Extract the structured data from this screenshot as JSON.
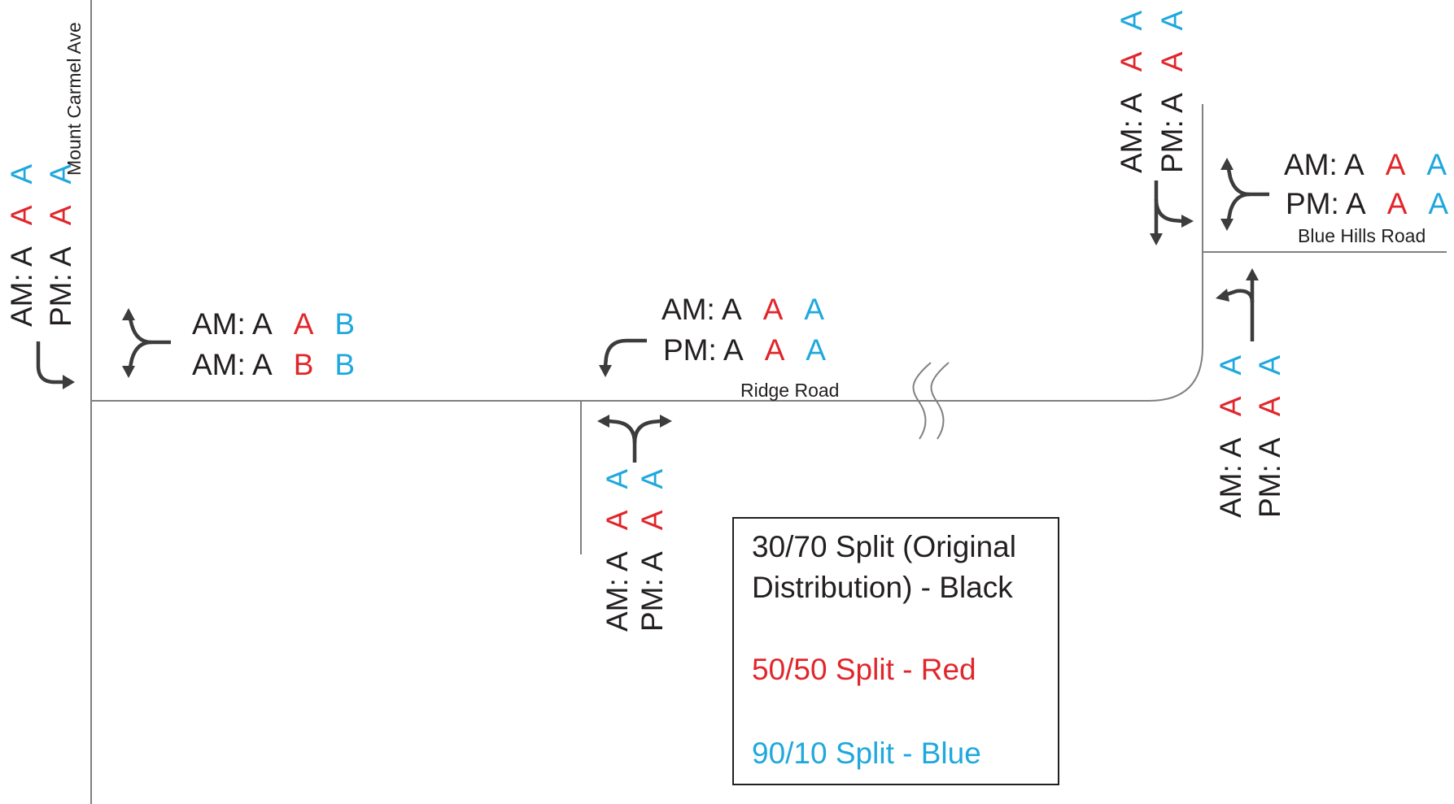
{
  "colors": {
    "black": "#231f20",
    "red": "#e1262b",
    "blue": "#1fa8dd",
    "road": "#808080",
    "arrow": "#3c3c3c"
  },
  "streets": {
    "mount_carmel": "Mount Carmel Ave",
    "ridge": "Ridge Road",
    "blue_hills": "Blue Hills Road"
  },
  "los": {
    "mc_rot_am": {
      "label": "AM: A",
      "red": "A",
      "blue": "A"
    },
    "mc_rot_pm": {
      "label": "PM: A",
      "red": "A",
      "blue": "A"
    },
    "mc_east_am1": {
      "label": "AM: A",
      "red": "A",
      "blue": "B"
    },
    "mc_east_am2": {
      "label": "AM: A",
      "red": "B",
      "blue": "B"
    },
    "ridge_wb_am": {
      "label": "AM: A",
      "red": "A",
      "blue": "A"
    },
    "ridge_wb_pm": {
      "label": "PM: A",
      "red": "A",
      "blue": "A"
    },
    "ridge_sb_am": {
      "label": "AM: A",
      "red": "A",
      "blue": "A"
    },
    "ridge_sb_pm": {
      "label": "PM: A",
      "red": "A",
      "blue": "A"
    },
    "bh_top_am": {
      "label": "AM: A",
      "red": "A",
      "blue": "A"
    },
    "bh_top_pm": {
      "label": "PM: A",
      "red": "A",
      "blue": "A"
    },
    "bh_east_am": {
      "label": "AM: A",
      "red": "A",
      "blue": "A"
    },
    "bh_east_pm": {
      "label": "PM: A",
      "red": "A",
      "blue": "A"
    },
    "bh_bot_am": {
      "label": "AM: A",
      "red": "A",
      "blue": "A"
    },
    "bh_bot_pm": {
      "label": "PM: A",
      "red": "A",
      "blue": "A"
    }
  },
  "legend": {
    "line1": "30/70 Split (Original",
    "line2": "Distribution) - Black",
    "red": "50/50 Split - Red",
    "blue": "90/10 Split - Blue"
  }
}
